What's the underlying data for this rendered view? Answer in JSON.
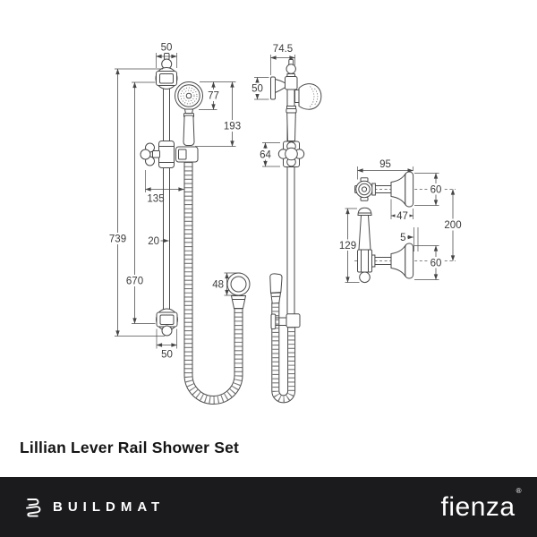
{
  "title": "Lillian Lever Rail Shower Set",
  "footer": {
    "brand_left": "BUILDMAT",
    "brand_right": "fienza",
    "registered_mark": "®",
    "bar_color": "#1b1b1e"
  },
  "drawing": {
    "line_color": "#4a4a4a",
    "front_view": {
      "name": "rail shower front view",
      "dims": {
        "top_bracket_width": "50",
        "head_diameter": "77",
        "handset_length": "193",
        "handle_offset": "135",
        "rail_length": "739",
        "bracket_centres": "670",
        "rail_diameter": "20",
        "outlet_diameter": "48",
        "bottom_bracket_width": "50"
      }
    },
    "side_view": {
      "name": "rail shower side view",
      "dims": {
        "wall_projection": "74.5",
        "bracket_height": "50",
        "slider_height": "64"
      }
    },
    "mixer_view": {
      "name": "wall top assemblies view",
      "dims": {
        "handle_projection": "95",
        "top_flange_diameter": "60",
        "flange_depth": "47",
        "tap_centres": "200",
        "wall_gap": "5",
        "lever_height": "129",
        "bottom_flange_diameter": "60"
      }
    }
  }
}
